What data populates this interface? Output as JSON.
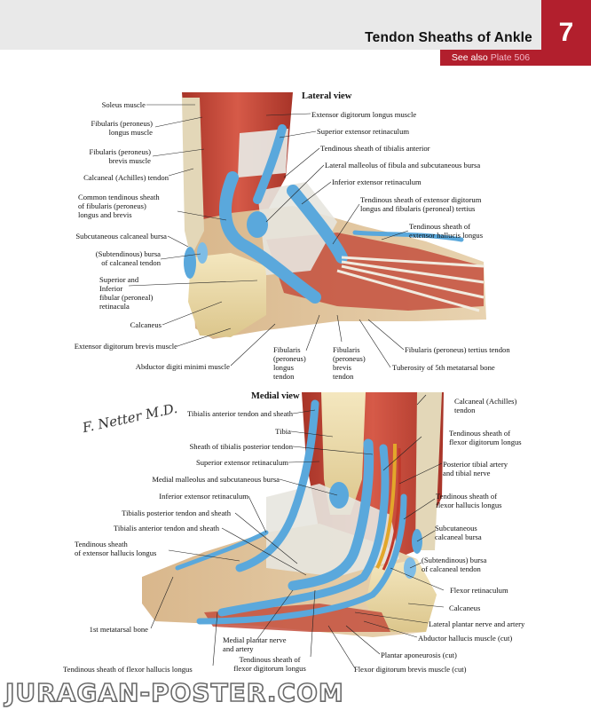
{
  "header": {
    "title": "Tendon Sheaths of Ankle",
    "plate_number": "7",
    "see_also_prefix": "See also",
    "see_also_link": "Plate 506"
  },
  "lateral": {
    "title": "Lateral view",
    "labels": {
      "soleus": "Soleus muscle",
      "fib_longus_1": "Fibularis (peroneus)",
      "fib_longus_2": "longus muscle",
      "fib_brevis_1": "Fibularis (peroneus)",
      "fib_brevis_2": "brevis muscle",
      "calcaneal_tendon": "Calcaneal (Achilles) tendon",
      "common_sheath_1": "Common tendinous sheath",
      "common_sheath_2": "of fibularis (peroneus)",
      "common_sheath_3": "longus and brevis",
      "subcut_bursa": "Subcutaneous calcaneal bursa",
      "subtend_bursa_1": "(Subtendinous) bursa",
      "subtend_bursa_2": "of calcaneal tendon",
      "retinacula_1": "Superior and",
      "retinacula_2": "Inferior",
      "retinacula_3": "fibular (peroneal)",
      "retinacula_4": "retinacula",
      "calcaneus": "Calcaneus",
      "edb": "Extensor digitorum brevis muscle",
      "abductor_dm": "Abductor digiti minimi muscle",
      "edl": "Extensor digitorum longus muscle",
      "sup_ext_ret": "Superior extensor retinaculum",
      "sheath_tib_ant": "Tendinous sheath of tibialis anterior",
      "lat_malleolus": "Lateral malleolus of fibula and subcutaneous bursa",
      "inf_ext_ret": "Inferior extensor retinaculum",
      "sheath_edl_1": "Tendinous sheath of extensor digitorum",
      "sheath_edl_2": "longus and fibularis (peroneal) tertius",
      "sheath_ehl_1": "Tendinous sheath of",
      "sheath_ehl_2": "extensor hallucis longus",
      "fib_tertius": "Fibularis (peroneus) tertius tendon",
      "tuberosity": "Tuberosity of 5th metatarsal bone",
      "fl_tendon_1": "Fibularis",
      "fl_tendon_2": "(peroneus)",
      "fl_tendon_3": "longus",
      "fl_tendon_4": "tendon",
      "fb_tendon_1": "Fibularis",
      "fb_tendon_2": "(peroneus)",
      "fb_tendon_3": "brevis",
      "fb_tendon_4": "tendon"
    }
  },
  "medial": {
    "title": "Medial view",
    "labels": {
      "tib_ant_tendon": "Tibialis anterior tendon and sheath",
      "tibia": "Tibia",
      "sheath_tib_post": "Sheath of tibialis posterior tendon",
      "sup_ext_ret": "Superior extensor retinaculum",
      "med_malleolus": "Medial malleolus and subcutaneous bursa",
      "inf_ext_ret": "Inferior extensor retinaculum",
      "tib_post_sheath": "Tibialis posterior tendon and sheath",
      "tib_ant_sheath": "Tibialis anterior tendon and sheath",
      "sheath_ehl_1": "Tendinous sheath",
      "sheath_ehl_2": "of extensor hallucis longus",
      "metatarsal": "1st metatarsal bone",
      "sheath_fhl_bottom": "Tendinous sheath of flexor hallucis longus",
      "med_plantar_1": "Medial plantar nerve",
      "med_plantar_2": "and artery",
      "sheath_fdl_bottom_1": "Tendinous sheath of",
      "sheath_fdl_bottom_2": "flexor digitorum longus",
      "achilles_1": "Calcaneal (Achilles)",
      "achilles_2": "tendon",
      "sheath_fdl_1": "Tendinous sheath of",
      "sheath_fdl_2": "flexor digitorum longus",
      "post_tibial_1": "Posterior tibial artery",
      "post_tibial_2": "and tibial nerve",
      "sheath_fhl_1": "Tendinous sheath of",
      "sheath_fhl_2": "flexor hallucis longus",
      "subcut_bursa_1": "Subcutaneous",
      "subcut_bursa_2": "calcaneal bursa",
      "subtend_bursa_1": "(Subtendinous) bursa",
      "subtend_bursa_2": "of calcaneal tendon",
      "flexor_ret": "Flexor retinaculum",
      "calcaneus": "Calcaneus",
      "lat_plantar": "Lateral plantar nerve and artery",
      "abd_hallucis": "Abductor hallucis muscle (cut)",
      "plantar_apo": "Plantar aponeurosis (cut)",
      "fdb": "Flexor digitorum brevis muscle (cut)"
    }
  },
  "signature": "F. Netter M.D.",
  "watermark": "JURAGAN-POSTER.COM",
  "colors": {
    "accent_red": "#b21f2d",
    "sheath_blue": "#5aa8dc",
    "muscle_red": "#c8473a",
    "bone": "#efe0b0",
    "retinaculum": "#e6e4dc"
  }
}
